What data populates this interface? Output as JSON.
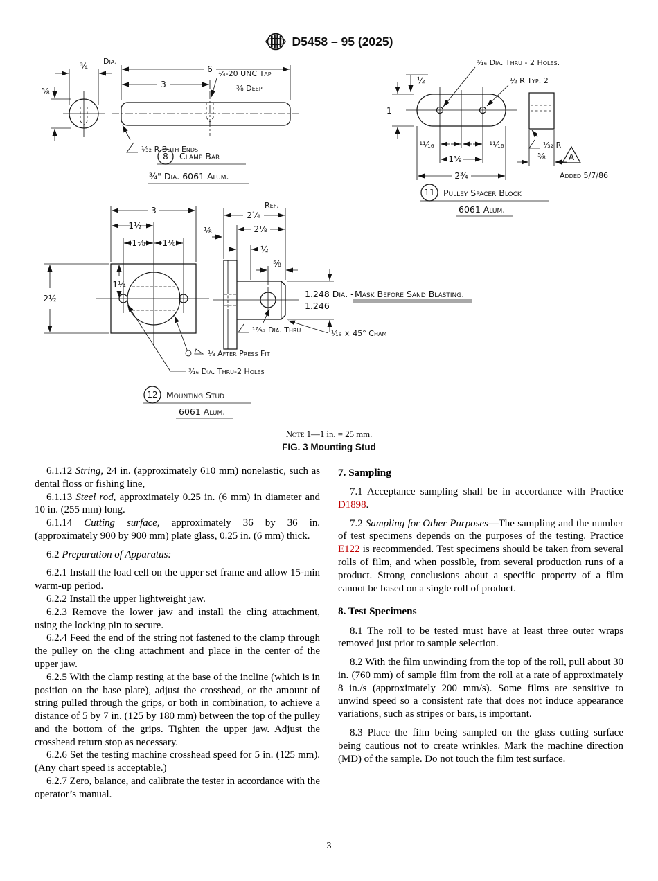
{
  "header": {
    "title": "D5458 – 95 (2025)"
  },
  "colors": {
    "link_red": "#c00000"
  },
  "figure": {
    "note_label": "Note 1",
    "note_text": "—1 in. = 25 mm.",
    "caption": "FIG. 3 Mounting Stud",
    "clamp": {
      "dia": "¾",
      "dia_label": "Dia.",
      "d58": "⅝",
      "d6": "6",
      "d3": "3",
      "tap": "¼-20 UNC Tap",
      "deep": "⅜ Deep",
      "ends": "¹⁄₃₂ R Both Ends",
      "balloon": "8",
      "name": "Clamp Bar",
      "material": "¾\" Dia. 6061 Alum."
    },
    "pulley": {
      "holes": "³⁄₁₆ Dia. Thru - 2 Holes.",
      "radius": "½ R Typ. 2",
      "d12": "½",
      "d1": "1",
      "d1116_left": "¹¹⁄₁₆",
      "d1116_right": "¹¹⁄₁₆",
      "d138": "1⅜",
      "d234": "2¾",
      "r132": "¹⁄₃₂ R",
      "d58": "⅝",
      "rev": "A",
      "added": "Added 5/7/86",
      "balloon": "11",
      "name": "Pulley Spacer Block",
      "material": "6061 Alum."
    },
    "stud": {
      "d3": "3",
      "d112": "1½",
      "d118a": "1⅛",
      "d118b": "1⅛",
      "d212": "2½",
      "d114": "1¼",
      "d214": "2¼",
      "ref": "Ref.",
      "d18": "⅛",
      "d218": "2⅛",
      "d12": "½",
      "d58": "⅝",
      "bore_top": "1.248 Dia. -",
      "bore_mask": "Mask Before Sand Blasting.",
      "bore_bottom": "1.246",
      "thru": "¹⁷⁄₃₂ Dia. Thru",
      "cham": "¹⁄₁₆ × 45° Cham",
      "press": "⅛ After Press Fit",
      "holes": "³⁄₁₆ Dia. Thru-2 Holes",
      "balloon": "12",
      "name": "Mounting Stud",
      "material": "6061 Alum."
    }
  },
  "left": {
    "p6112": [
      "6.1.12 ",
      "String,",
      " 24 in. (approximately 610 mm) nonelastic, such as dental floss or fishing line,"
    ],
    "p6113": [
      "6.1.13 ",
      "Steel rod,",
      " approximately 0.25 in. (6 mm) in diameter and 10 in. (255 mm) long."
    ],
    "p6114": [
      "6.1.14 ",
      "Cutting surface,",
      " approximately 36 by 36 in. (approximately 900 by 900 mm) plate glass, 0.25 in. (6 mm) thick."
    ],
    "p62": [
      "6.2 ",
      "Preparation of Apparatus:"
    ],
    "p621": "6.2.1 Install the load cell on the upper set frame and allow 15-min warm-up period.",
    "p622": "6.2.2 Install the upper lightweight jaw.",
    "p623": "6.2.3 Remove the lower jaw and install the cling attachment, using the locking pin to secure.",
    "p624": "6.2.4 Feed the end of the string not fastened to the clamp through the pulley on the cling attachment and place in the center of the upper jaw.",
    "p625": "6.2.5 With the clamp resting at the base of the incline (which is in position on the base plate), adjust the crosshead, or the amount of string pulled through the grips, or both in combination, to achieve a distance of 5 by 7 in. (125 by 180 mm) between the top of the pulley and the bottom of the grips. Tighten the upper jaw. Adjust the crosshead return stop as necessary.",
    "p626": "6.2.6 Set the testing machine crosshead speed for 5 in. (125 mm). (Any chart speed is acceptable.)",
    "p627": "6.2.7 Zero, balance, and calibrate the tester in accordance with the operator’s manual."
  },
  "right": {
    "h7": "7. Sampling",
    "p71": [
      "7.1 Acceptance sampling shall be in accordance with Practice ",
      "D1898",
      "."
    ],
    "p72": [
      "7.2 ",
      "Sampling for Other Purposes",
      "—The sampling and the number of test specimens depends on the purposes of the testing. Practice ",
      "E122",
      " is recommended. Test specimens should be taken from several rolls of film, and when possible, from several production runs of a product. Strong conclusions about a specific property of a film cannot be based on a single roll of product."
    ],
    "h8": "8. Test Specimens",
    "p81": "8.1 The roll to be tested must have at least three outer wraps removed just prior to sample selection.",
    "p82": "8.2 With the film unwinding from the top of the roll, pull about 30 in. (760 mm) of sample film from the roll at a rate of approximately 8 in./s (approximately 200 mm/s). Some films are sensitive to unwind speed so a consistent rate that does not induce appearance variations, such as stripes or bars, is important.",
    "p83": "8.3 Place the film being sampled on the glass cutting surface being cautious not to create wrinkles. Mark the machine direction (MD) of the sample. Do not touch the film test surface."
  },
  "footer": {
    "page": "3"
  }
}
